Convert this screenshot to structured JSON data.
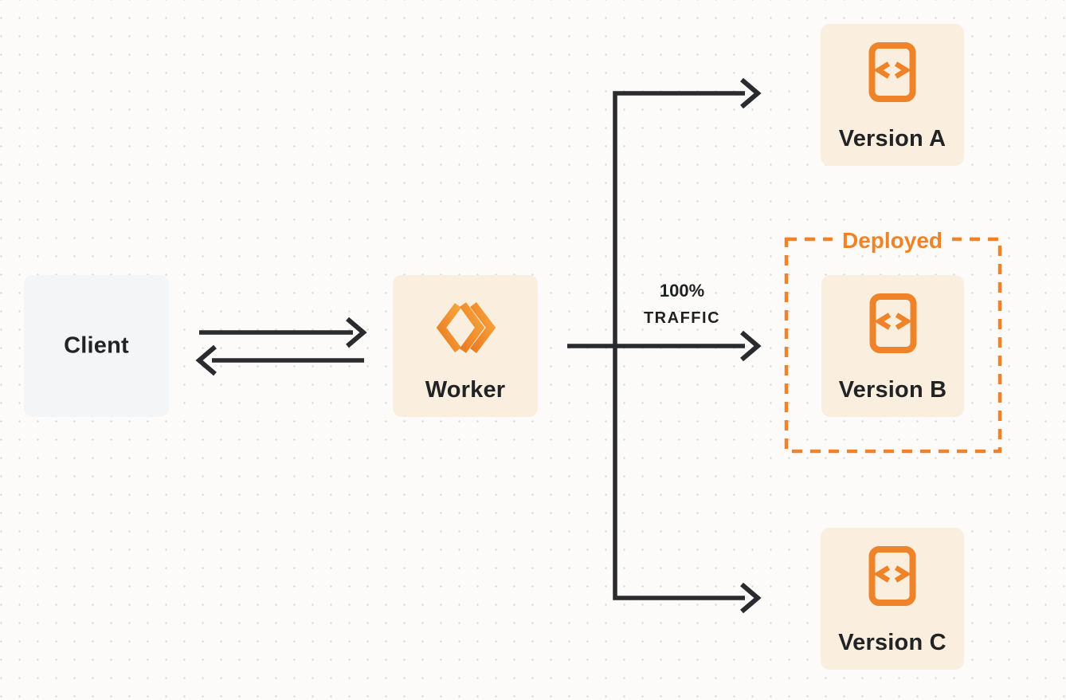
{
  "diagram": {
    "title": "worker-traffic-routing-diagram",
    "nodes": {
      "client": {
        "label": "Client"
      },
      "worker": {
        "label": "Worker"
      },
      "version_a": {
        "label": "Version A"
      },
      "version_b": {
        "label": "Version B"
      },
      "version_c": {
        "label": "Version C"
      }
    },
    "deployed_region": {
      "label": "Deployed"
    },
    "traffic_label": {
      "percent": "100%",
      "word": "TRAFFIC"
    },
    "icons": {
      "worker": "double-chevron-diamond-icon",
      "version": "code-file-icon"
    },
    "palette": {
      "background": "#fcfbfa",
      "grid_dot": "#e2dfdb",
      "client_fill": "#f4f5f6",
      "cream_fill": "#faefdf",
      "orange": "#ef8329",
      "orange_light": "#f7a43c",
      "arrow_ink": "#2a2b2e",
      "text_ink": "#222325"
    }
  }
}
